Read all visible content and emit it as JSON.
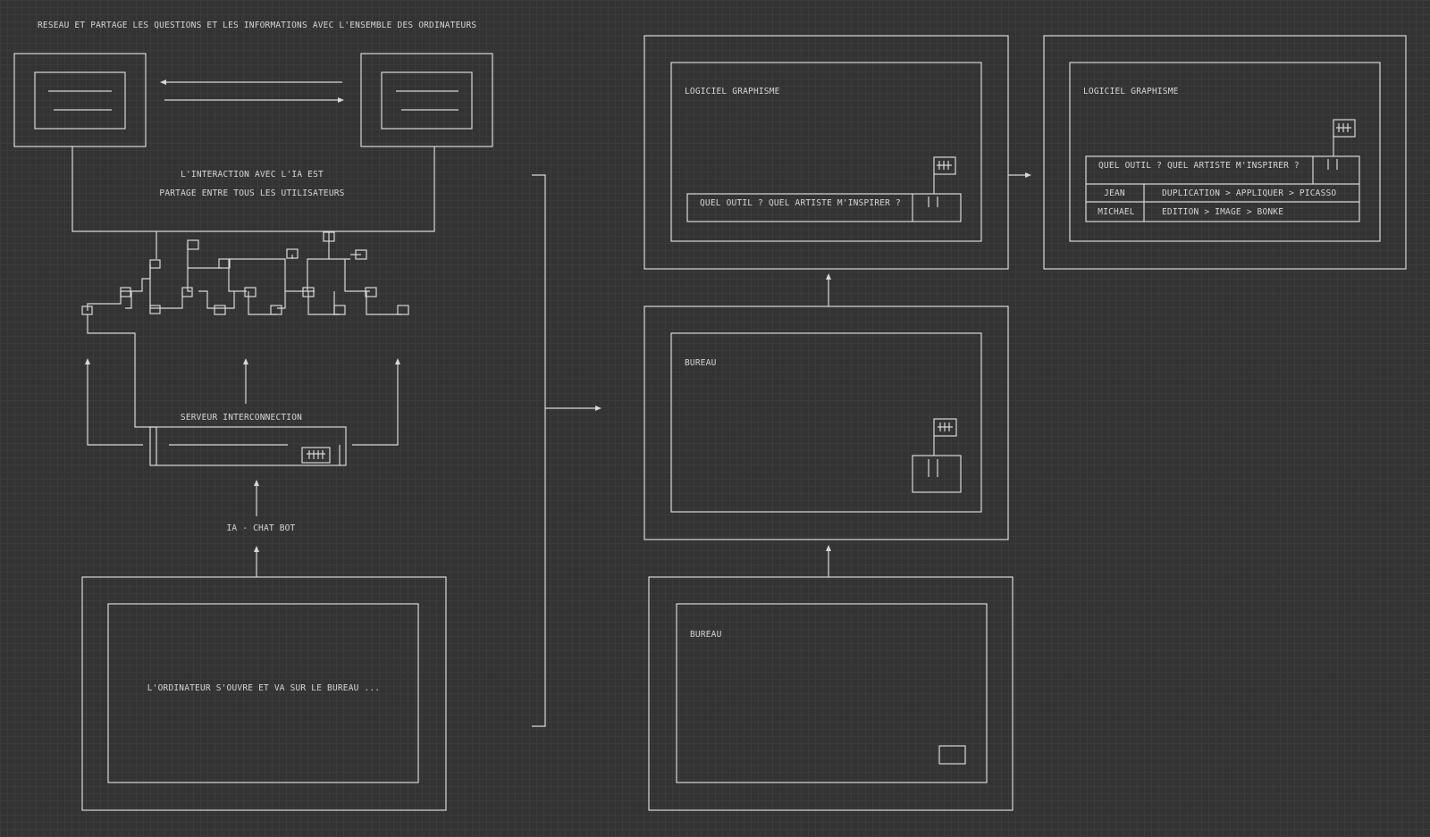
{
  "title": "RESEAU ET PARTAGE LES QUESTIONS ET LES INFORMATIONS AVEC L'ENSEMBLE DES ORDINATEURS",
  "interaction": {
    "line1": "L'INTERACTION AVEC L'IA EST",
    "line2": "PARTAGE ENTRE TOUS LES UTILISATEURS"
  },
  "server_label": "SERVEUR INTERCONNECTION",
  "chatbot_label": "IA - CHAT BOT",
  "computer_text": "L'ORDINATEUR S'OUVRE ET VA SUR LE BUREAU ...",
  "screens": {
    "desktop_bottom": {
      "title": "BUREAU"
    },
    "desktop_middle": {
      "title": "BUREAU"
    },
    "software_1": {
      "title": "LOGICIEL GRAPHISME",
      "prompt": "QUEL OUTIL ? QUEL ARTISTE M'INSPIRER ?"
    },
    "software_2": {
      "title": "LOGICIEL GRAPHISME",
      "prompt": "QUEL OUTIL ? QUEL ARTISTE M'INSPIRER ?",
      "rows": [
        {
          "user": "JEAN",
          "path": "DUPLICATION > APPLIQUER > PICASSO"
        },
        {
          "user": "MICHAEL",
          "path": "EDITION > IMAGE > BONKE"
        }
      ]
    }
  },
  "colors": {
    "background": "#333333",
    "grid": "#3b3b3b",
    "line": "#d8d8d8"
  }
}
